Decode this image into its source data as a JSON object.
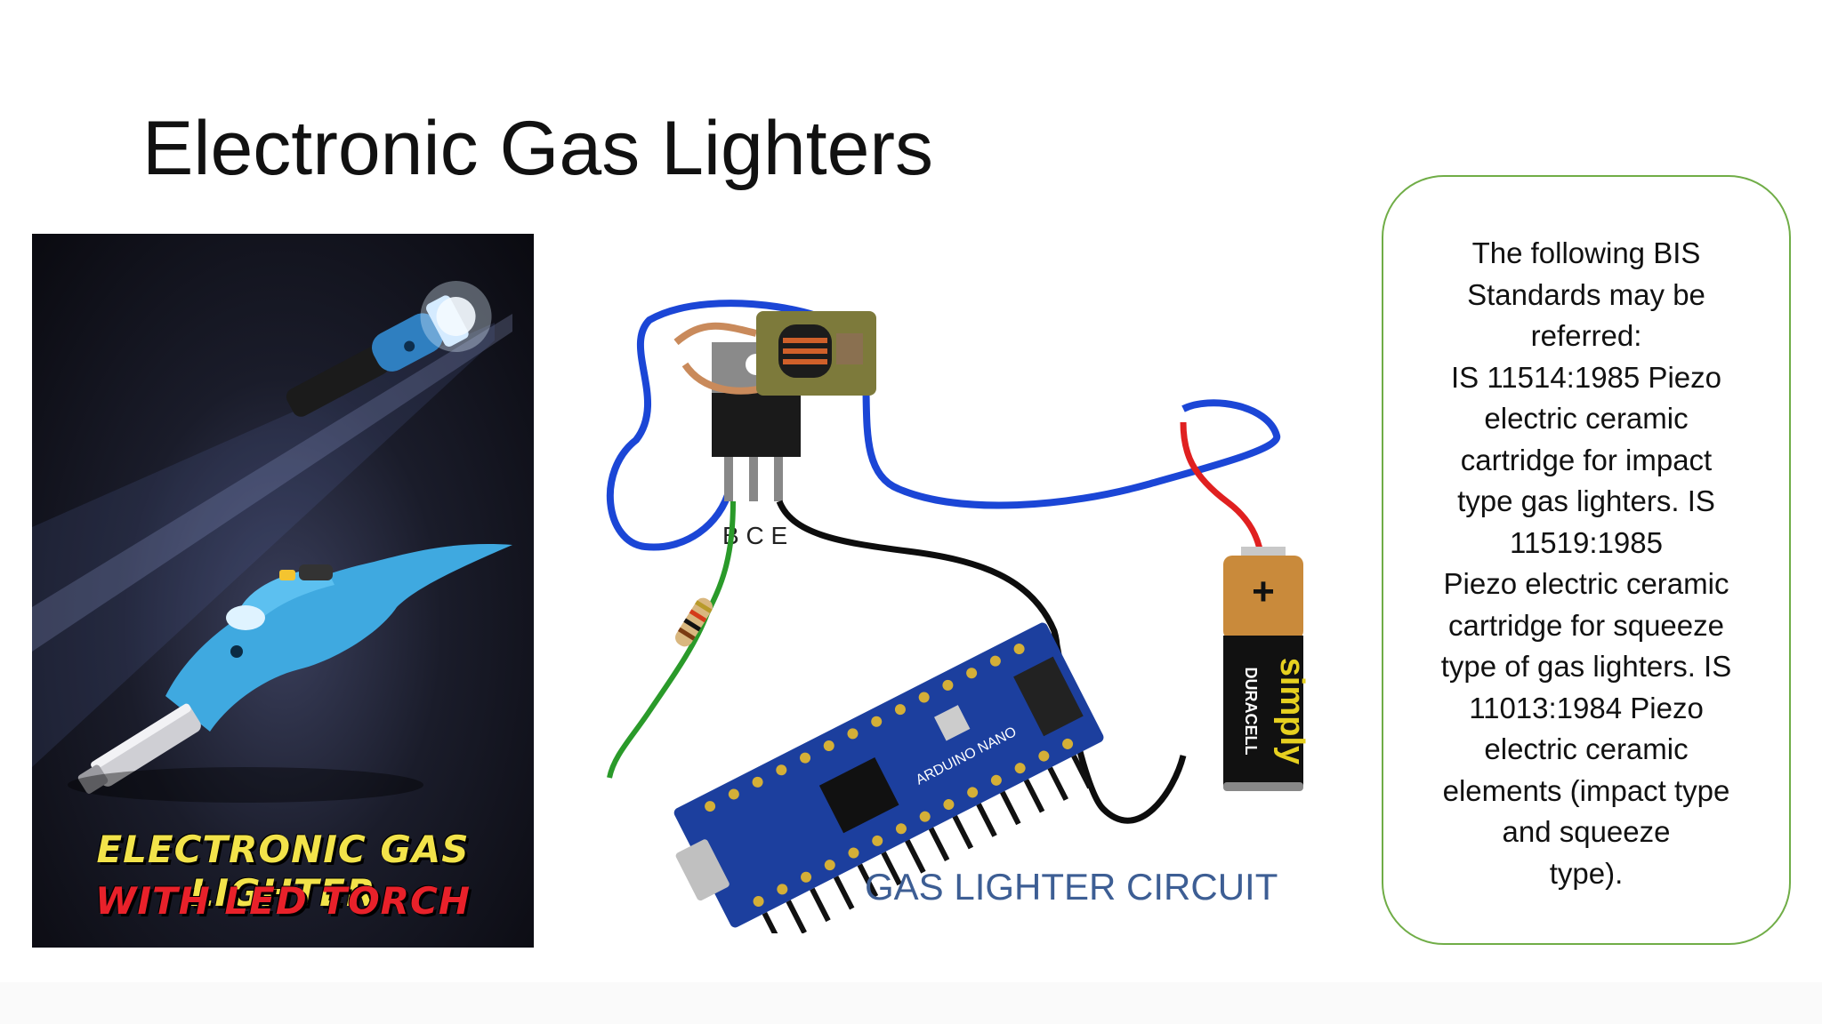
{
  "slide": {
    "title": "Electronic Gas Lighters"
  },
  "poster": {
    "line1": "ELECTRONIC GAS LIGHTER",
    "line2": "WITH LED TORCH",
    "colors": {
      "line1": "#f2e34a",
      "line2": "#e8212a",
      "lighter_body": "#3fa9e0"
    }
  },
  "circuit": {
    "label": "GAS LIGHTER CIRCUIT",
    "transistor_pins": "B C E",
    "battery_brand": "simply",
    "battery_maker": "DURACELL",
    "battery_polarity": "+",
    "board_text": "ARDUINO NANO"
  },
  "info_box": {
    "lines": [
      "The following BIS",
      "Standards may be",
      "referred:",
      "IS 11514:1985 Piezo",
      "electric ceramic",
      "cartridge for impact",
      "type gas lighters. IS",
      "11519:1985",
      "Piezo electric ceramic",
      "cartridge for squeeze",
      "type of gas lighters. IS",
      "11013:1984 Piezo",
      "electric ceramic",
      "elements (impact type",
      "and squeeze",
      "type)."
    ],
    "border_color": "#70ad47"
  }
}
